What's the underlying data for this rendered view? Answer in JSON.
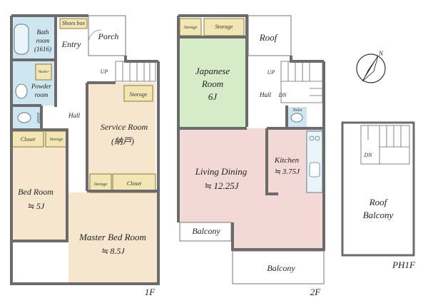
{
  "colors": {
    "tatami": "#d6ecc8",
    "living": "#f2d9d6",
    "wood": "#f5e6cd",
    "water": "#cde6ef",
    "storage": "#f2e7b4",
    "wall": "#6b6b6b",
    "balcony": "#ffffff"
  },
  "floor1": {
    "label": "1F",
    "shoes_box": "Shoes box",
    "bath_l1": "Bath",
    "bath_l2": "room",
    "bath_l3": "(1616)",
    "entry": "Entry",
    "porch": "Porch",
    "washer": "Washer",
    "powder_l1": "Powder",
    "powder_l2": "room",
    "toilet": "Toilet",
    "up": "UP",
    "hall": "Hall",
    "storage_a": "Storage",
    "service_l1": "Service Room",
    "service_l2": "(納戸)",
    "closet_a": "Closet",
    "storage_b": "Storage",
    "bed_l1": "Bed Room",
    "bed_l2": "≒ 5J",
    "storage_c": "Storage",
    "closet_b": "Closet",
    "master_l1": "Master Bed Room",
    "master_l2": "≒ 8.5J"
  },
  "floor2": {
    "label": "2F",
    "storage_a": "Storage",
    "storage_b": "Storage",
    "roof": "Roof",
    "jp_l1": "Japanese",
    "jp_l2": "Room",
    "jp_l3": "6J",
    "up": "UP",
    "hall": "Hall",
    "dn": "DN",
    "toilet": "Toilet",
    "kitchen_l1": "Kitchen",
    "kitchen_l2": "≒ 3.75J",
    "living_l1": "Living Dining",
    "living_l2": "≒ 12.25J",
    "balcony_a": "Balcony",
    "balcony_b": "Balcony"
  },
  "ph1f": {
    "label": "PH1F",
    "dn": "DN",
    "roof_l1": "Roof",
    "roof_l2": "Balcony"
  },
  "compass": {
    "north": "N"
  }
}
